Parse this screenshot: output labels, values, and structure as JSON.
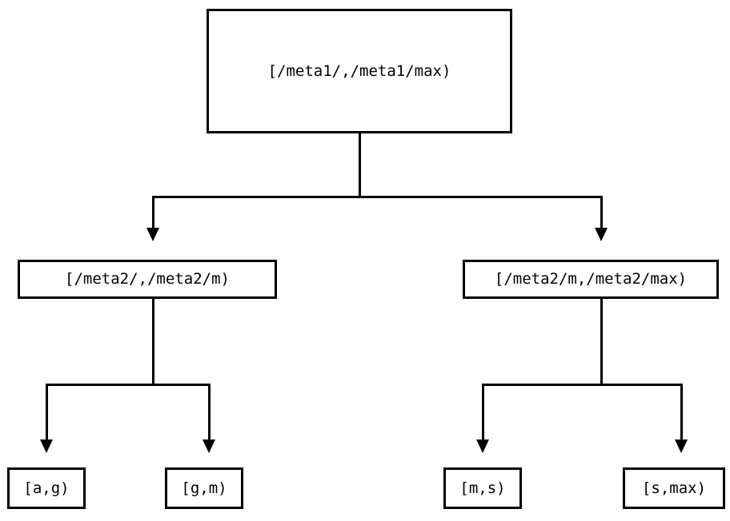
{
  "diagram": {
    "type": "binary-tree",
    "orientation": "top-down",
    "background_color": "#ffffff",
    "line_color": "#000000",
    "text_color": "#000000",
    "nodes": {
      "root": {
        "label": "[/meta1/,/meta1/max)"
      },
      "middle": [
        {
          "label": "[/meta2/,/meta2/m)"
        },
        {
          "label": "[/meta2/m,/meta2/max)"
        }
      ],
      "leaves": [
        {
          "label": "[a,g)"
        },
        {
          "label": "[g,m)"
        },
        {
          "label": "[m,s)"
        },
        {
          "label": "[s,max)"
        }
      ]
    },
    "edges": [
      {
        "from": "root",
        "to": "middle.0",
        "arrow": "down-triangle"
      },
      {
        "from": "root",
        "to": "middle.1",
        "arrow": "down-triangle"
      },
      {
        "from": "middle.0",
        "to": "leaves.0",
        "arrow": "down-triangle"
      },
      {
        "from": "middle.0",
        "to": "leaves.1",
        "arrow": "down-triangle"
      },
      {
        "from": "middle.1",
        "to": "leaves.2",
        "arrow": "down-triangle"
      },
      {
        "from": "middle.1",
        "to": "leaves.3",
        "arrow": "down-triangle"
      }
    ]
  }
}
